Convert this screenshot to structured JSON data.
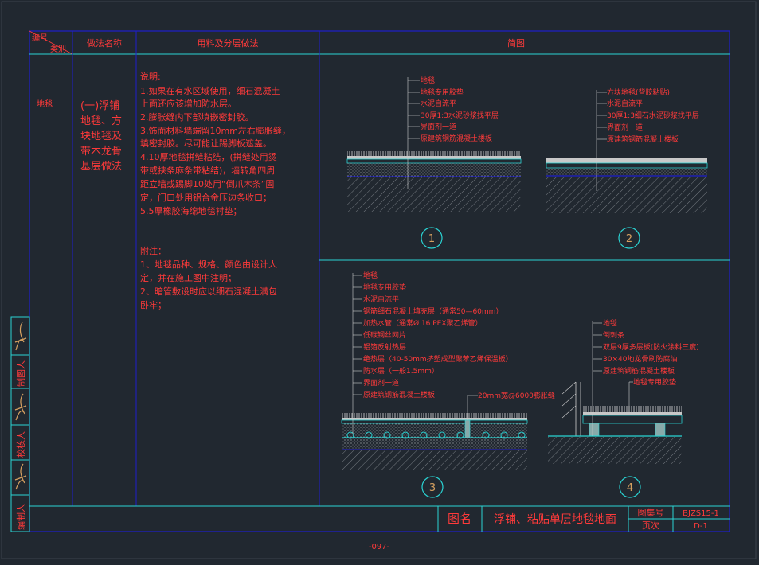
{
  "header": {
    "code": "编号",
    "category": "类别",
    "method_name": "做法名称",
    "materials": "用料及分层做法",
    "sketch": "简图"
  },
  "row": {
    "code": "地毯",
    "name_lines": [
      "(一)浮铺",
      "地毯、方",
      "块地毯及",
      "带木龙骨",
      "基层做法"
    ]
  },
  "notes": {
    "title": "说明:",
    "lines": [
      "1.如果在有水区域使用，细石混凝土",
      "上面还应该增加防水层。",
      "2.膨胀缝内下部填嵌密封胶。",
      "3.饰面材料墙端留10mm左右膨胀缝，",
      "填密封胶。尽可能让踢脚板遮盖。",
      "4.10厚地毯拼缝粘结，(拼缝处用烫",
      "带或挟条麻条带粘结)，墙转角四周",
      "距立墙或踢脚10处用“倒爪木条”固",
      "定，门口处用铝合金压边条收口；",
      "5.5厚橡胶海绵地毯衬垫；"
    ],
    "appendix_title": "附注：",
    "appendix_lines": [
      "1、地毯品种、规格、颜色由设计人",
      "定，并在施工图中注明；",
      "2、暗管敷设时应以细石混凝土满包",
      "卧牢；"
    ]
  },
  "diagram1": {
    "labels": [
      "地毯",
      "地毯专用胶垫",
      "水泥自流平",
      "30厚1:3水泥砂浆找平层",
      "界面剂一道",
      "原建筑钢筋混凝土楼板"
    ],
    "number": "1"
  },
  "diagram2": {
    "labels": [
      "方块地毯(背胶粘贴)",
      "水泥自流平",
      "30厚1:3细石水泥砂浆找平层",
      "界面剂一道",
      "原建筑钢筋混凝土楼板"
    ],
    "number": "2"
  },
  "diagram3": {
    "labels": [
      "地毯",
      "地毯专用胶垫",
      "水泥自流平",
      "钢筋细石混凝土填充层（通常50—60mm）",
      "加热水管（通常Ø 16 PEX聚乙烯管）",
      "低碳钢丝网片",
      "铝箔反射热层",
      "绝热层（40-50mm挤塑成型聚苯乙烯保温板）",
      "防水层（一般1.5mm）",
      "界面剂一道",
      "原建筑钢筋混凝土楼板"
    ],
    "side_label": "20mm宽@6000膨胀缝",
    "number": "3"
  },
  "diagram4": {
    "labels": [
      "地毯",
      "倒刺条",
      "双层9厚多层板(防火涂料三度)",
      "30×40地龙骨刷防腐油",
      "原建筑钢筋混凝土楼板"
    ],
    "extra_label": "地毯专用胶垫",
    "number": "4"
  },
  "title_block": {
    "name_label": "图名",
    "name": "浮铺、粘贴单层地毯地面",
    "atlas_label": "图集号",
    "atlas_no": "BJZS15-1",
    "page_label": "页次",
    "page_no": "D-1"
  },
  "sign": {
    "drawer": "制图人",
    "checker": "校核人",
    "editor": "编制人"
  },
  "page_number": "-097-",
  "colors": {
    "background": "#212830",
    "frame": "#1e1ecc",
    "grid": "#2ad4d4",
    "text": "#ff3a3a",
    "leader": "#cfcfcf",
    "accent": "#d6a060"
  }
}
